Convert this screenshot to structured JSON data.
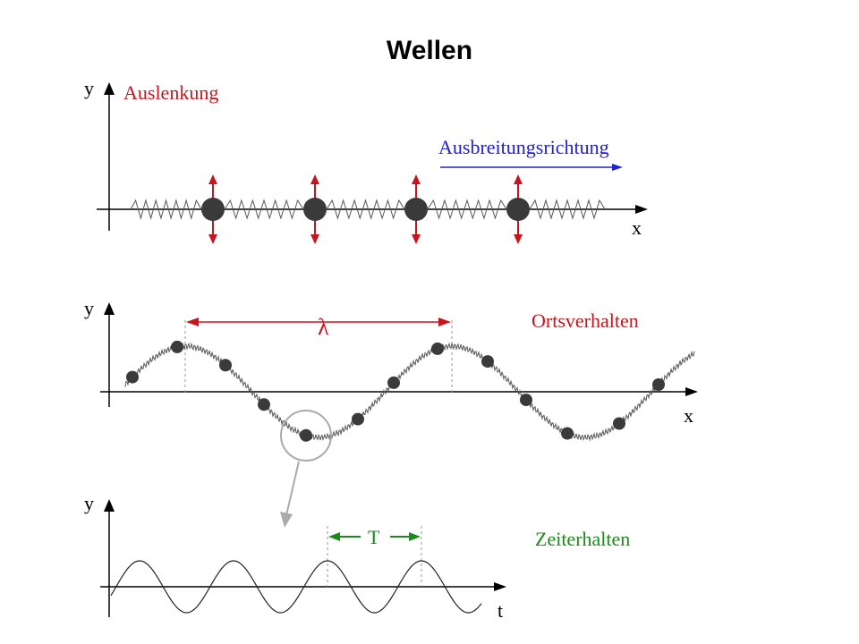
{
  "title": "Wellen",
  "colors": {
    "red": "#c8141e",
    "blue": "#2020d0",
    "green": "#1a8a1a",
    "dark": "#3a3a3a",
    "axis": "#000000"
  },
  "panel1": {
    "y_label": "y",
    "x_label": "x",
    "deflection_label": "Auslenkung",
    "direction_label": "Ausbreitungsrichtung"
  },
  "panel2": {
    "y_label": "y",
    "x_label": "x",
    "wavelength_symbol": "λ",
    "spatial_label": "Ortsverhalten"
  },
  "panel3": {
    "y_label": "y",
    "t_label": "t",
    "period_symbol": "T",
    "temporal_label": "Zeiterhalten"
  }
}
